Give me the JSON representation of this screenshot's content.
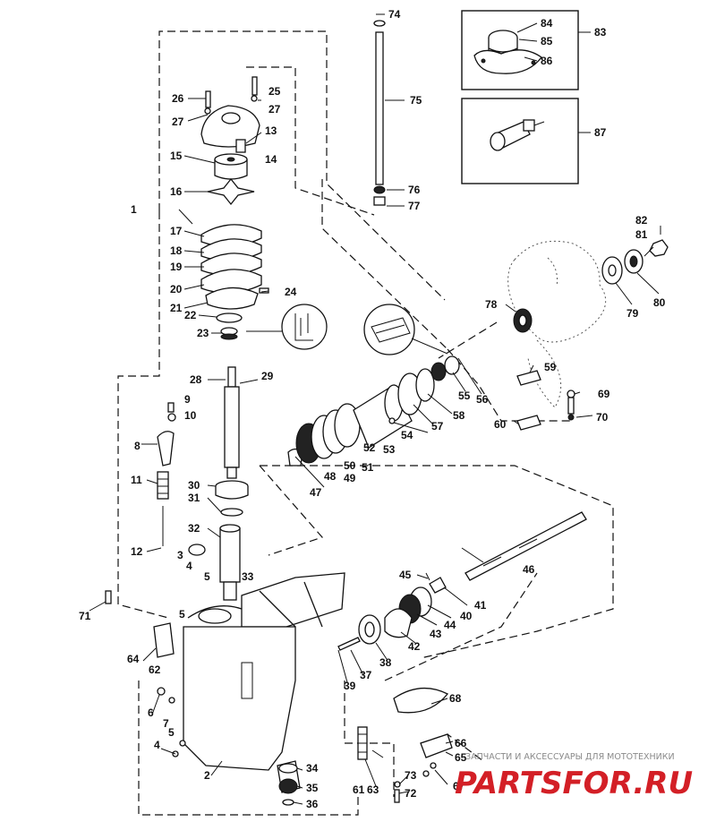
{
  "watermark": {
    "caption": "ЗАПЧАСТИ И АКСЕССУАРЫ ДЛЯ МОТОТЕХНИКИ",
    "logo": "PARTSFOR.RU",
    "color": "#d31f26"
  },
  "labels": {
    "p1": "1",
    "p2": "2",
    "p3": "3",
    "p4a": "4",
    "p4b": "4",
    "p5a": "5",
    "p5b": "5",
    "p5c": "5",
    "p6": "6",
    "p7": "7",
    "p8": "8",
    "p9": "9",
    "p10": "10",
    "p11": "11",
    "p12": "12",
    "p13": "13",
    "p14": "14",
    "p15": "15",
    "p16": "16",
    "p17": "17",
    "p18": "18",
    "p19": "19",
    "p20": "20",
    "p21": "21",
    "p22": "22",
    "p23": "23",
    "p24": "24",
    "p25": "25",
    "p26": "26",
    "p27a": "27",
    "p27b": "27",
    "p28": "28",
    "p29": "29",
    "p30": "30",
    "p31": "31",
    "p32": "32",
    "p33": "33",
    "p34": "34",
    "p35": "35",
    "p36": "36",
    "p37": "37",
    "p38": "38",
    "p39": "39",
    "p40": "40",
    "p41": "41",
    "p42": "42",
    "p43": "43",
    "p44": "44",
    "p45": "45",
    "p46": "46",
    "p47": "47",
    "p48": "48",
    "p49": "49",
    "p50": "50",
    "p51": "51",
    "p52": "52",
    "p53": "53",
    "p54": "54",
    "p55": "55",
    "p56": "56",
    "p57": "57",
    "p58": "58",
    "p59": "59",
    "p60": "60",
    "p61": "61",
    "p62": "62",
    "p63": "63",
    "p64": "64",
    "p65": "65",
    "p66": "66",
    "p67": "67",
    "p68": "68",
    "p69": "69",
    "p70": "70",
    "p71": "71",
    "p72": "72",
    "p73": "73",
    "p74": "74",
    "p75": "75",
    "p76": "76",
    "p77": "77",
    "p78": "78",
    "p79": "79",
    "p80": "80",
    "p81": "81",
    "p82": "82",
    "p83": "83",
    "p84": "84",
    "p85": "85",
    "p86": "86",
    "p87": "87"
  }
}
